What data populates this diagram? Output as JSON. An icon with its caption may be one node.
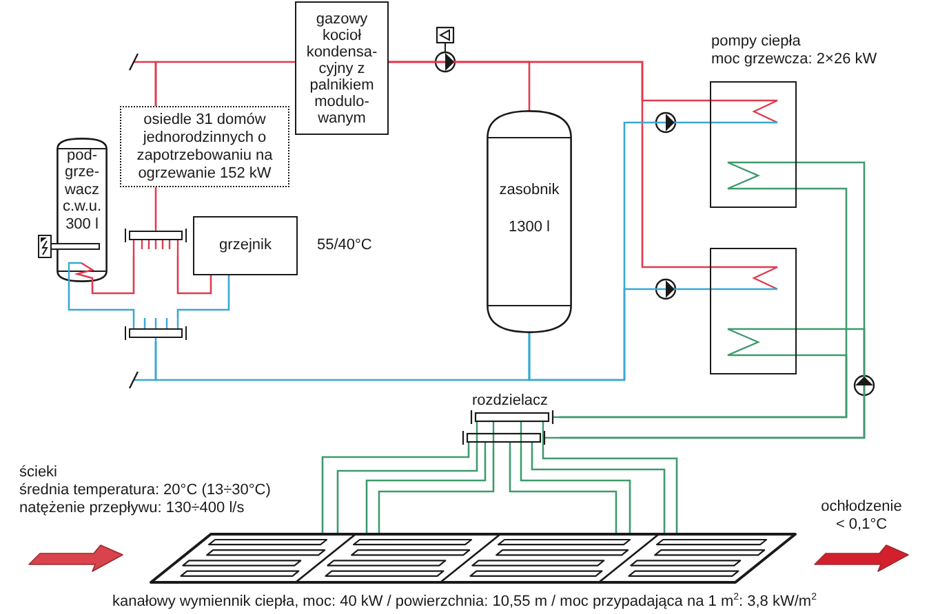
{
  "diagram": {
    "nodes": [
      {
        "text": [
          "gazowy kocioł kondensa- cyjny z palnikiem modulo- wanym"
        ]
      },
      {
        "text": [
          "osiedle 31 domów jednorodzinnych o zapotrzebowaniu na ogrzewanie 152 kW"
        ]
      },
      {
        "text": [
          "zasobnik",
          "1300 l"
        ]
      },
      {
        "text": [],
        "shape": "box"
      },
      {
        "text": [
          "pod- grze- wacz c.w.u. 300 l"
        ]
      },
      {
        "text": [
          "grzejnik"
        ],
        "beside": [
          "55/40°C"
        ]
      },
      {
        "text": [],
        "shape": "bar"
      },
      {
        "text": [],
        "shape": "box"
      },
      {
        "text": [],
        "shape": "bar"
      },
      {
        "text": [
          "rozdzielacz"
        ]
      },
      {
        "text": [],
        "shape": "picture",
        "beside": [
          "kanałowy wymiennik ciepła, moc: 40 kW / powierzchnia: 10,55 m / moc przypadająca na 1 m$^{2}$: 3,8 kW/m$^{2}$"
        ]
      }
    ],
    "edges": [
      {
        "from": null,
        "to": 1,
        "arrow": "none",
        "color": "#e03a4e"
      },
      {
        "from": 0,
        "to": 1,
        "arrow": "none",
        "color": "#e03a4e"
      },
      {
        "from": 0,
        "to": 2,
        "arrow": "to",
        "color": "#e03a4e"
      },
      {
        "from": 0,
        "to": 3,
        "arrow": "to",
        "color": "#e03a4e"
      },
      {
        "from": 0,
        "to": 7,
        "arrow": "to",
        "color": "#e03a4e"
      },
      {
        "from": 1,
        "to": 6,
        "arrow": "none",
        "color": "#e03a4e"
      },
      {
        "from": 6,
        "to": 4,
        "arrow": "none",
        "color": "#e03a4e"
      },
      {
        "from": 6,
        "to": 5,
        "arrow": "none",
        "color": "#e03a4e"
      },
      {
        "from": 4,
        "to": 8,
        "arrow": "none",
        "color": "#39a8d4"
      },
      {
        "from": 5,
        "to": 8,
        "arrow": "none",
        "color": "#39a8d4"
      },
      {
        "from": null,
        "to": 8,
        "arrow": "none",
        "color": "#39a8d4"
      },
      {
        "from": 8,
        "to": 2,
        "arrow": "none",
        "color": "#39a8d4"
      },
      {
        "from": 2,
        "to": 3,
        "arrow": "to",
        "color": "#39a8d4"
      },
      {
        "from": 2,
        "to": 7,
        "arrow": "to",
        "color": "#39a8d4"
      },
      {
        "from": 9,
        "to": 3,
        "arrow": "to",
        "color": "#3d9a6c"
      },
      {
        "from": 3,
        "to": 9,
        "arrow": "none",
        "color": "#3d9a6c"
      },
      {
        "from": 9,
        "to": 7,
        "arrow": "to",
        "color": "#3d9a6c"
      },
      {
        "from": 7,
        "to": 9,
        "arrow": "none",
        "color": "#3d9a6c"
      },
      {
        "from": 9,
        "to": 10,
        "arrow": "none",
        "color": "#3d9a6c"
      },
      {
        "from": 9,
        "to": 10,
        "arrow": "none",
        "color": "#3d9a6c"
      },
      {
        "from": 9,
        "to": 10,
        "arrow": "none",
        "color": "#3d9a6c"
      },
      {
        "from": 9,
        "to": 10,
        "arrow": "none",
        "color": "#3d9a6c"
      },
      {
        "from": 9,
        "to": 10,
        "arrow": "none",
        "color": "#3d9a6c"
      },
      {
        "from": 9,
        "to": 10,
        "arrow": "none",
        "color": "#3d9a6c"
      },
      {
        "from": 9,
        "to": 10,
        "arrow": "none",
        "color": "#3d9a6c"
      },
      {
        "from": 9,
        "to": 10,
        "arrow": "none",
        "color": "#3d9a6c"
      }
    ],
    "labels": [
      "pompy ciepła",
      "moc grzewcza: 2×26 kW",
      "ścieki",
      "średnia temperatura: 20°C (13÷30°C)",
      "natężenie przepływu: 130÷400 l/s",
      "ochłodzenie < 0,1°C"
    ]
  }
}
